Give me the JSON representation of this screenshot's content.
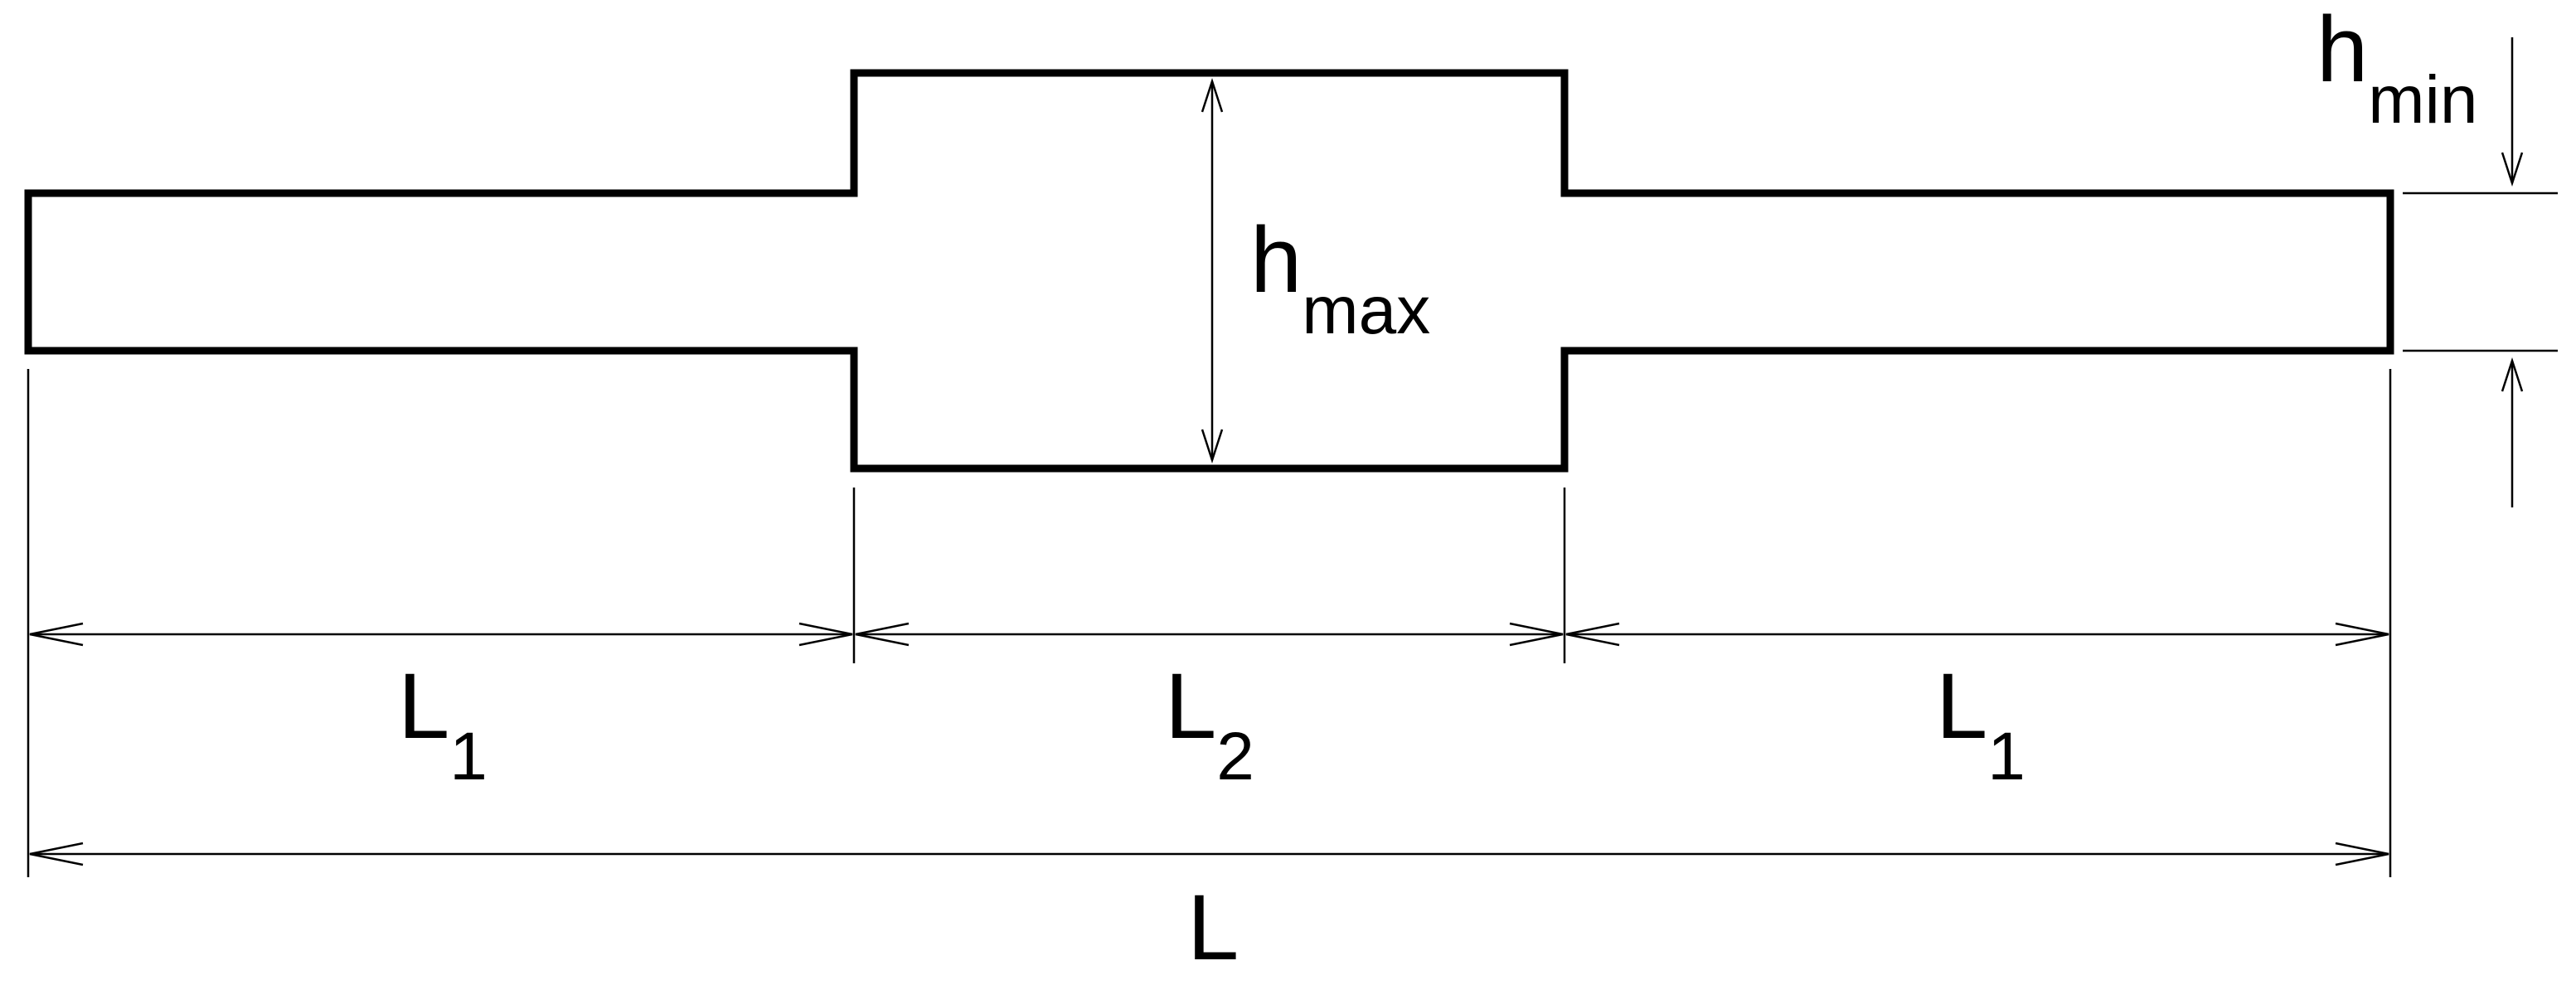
{
  "labels": {
    "h_min": {
      "main": "h",
      "sub": "min"
    },
    "h_max": {
      "main": "h",
      "sub": "max"
    },
    "L1_left": {
      "main": "L",
      "sub": "1"
    },
    "L2": {
      "main": "L",
      "sub": "2"
    },
    "L1_right": {
      "main": "L",
      "sub": "1"
    },
    "L_total": {
      "main": "L"
    }
  }
}
